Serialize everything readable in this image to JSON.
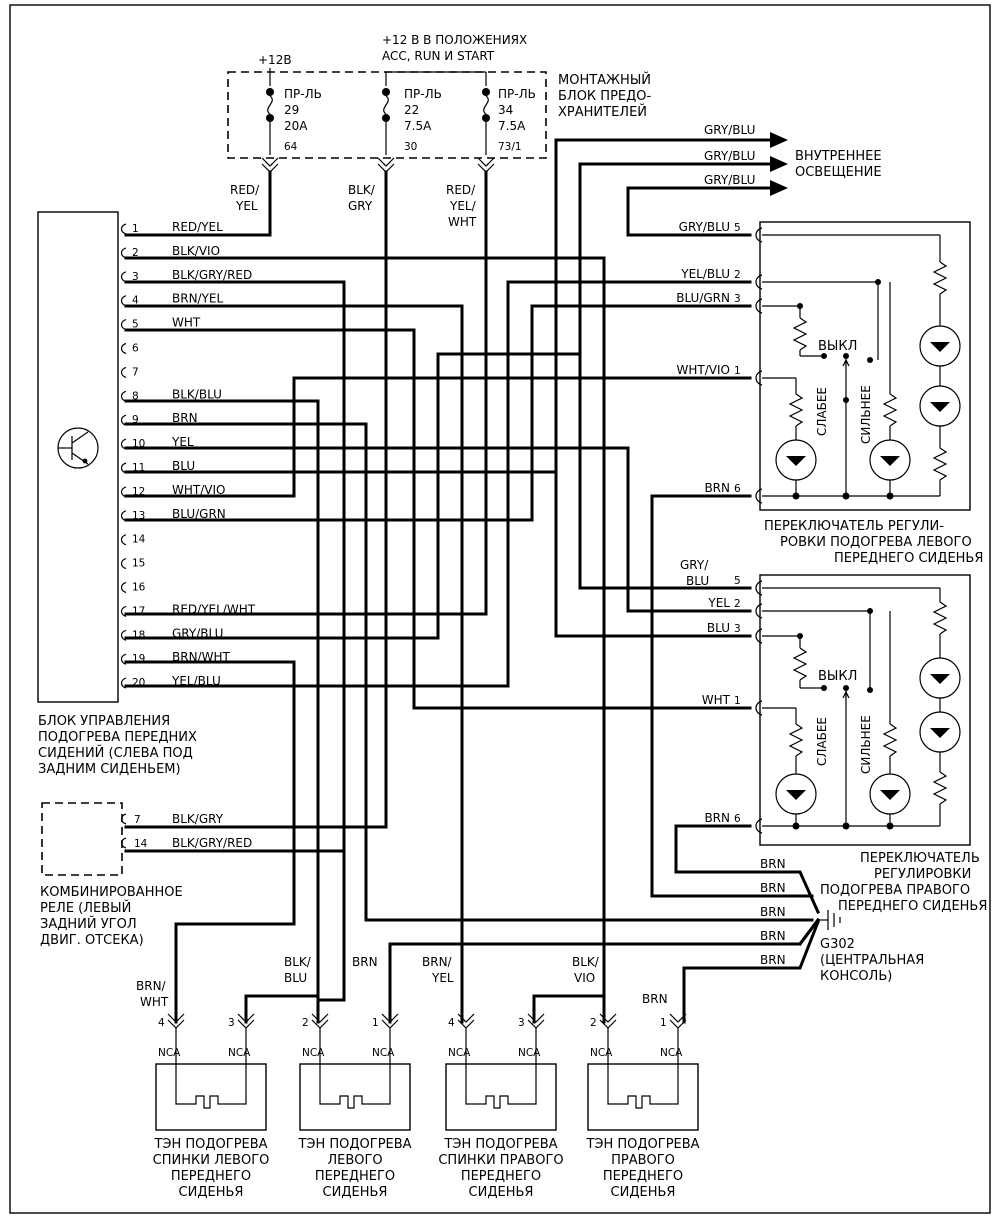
{
  "fuse_block": {
    "label": [
      "МОНТАЖНЫЙ",
      "БЛОК ПРЕДО-",
      "ХРАНИТЕЛЕЙ"
    ],
    "supply_12v": "+12В",
    "supply_acc": [
      "+12 В В ПОЛОЖЕНИЯХ",
      "ACC, RUN И  START"
    ],
    "fuses": [
      {
        "name": "ПР-ЛЬ",
        "number": "29",
        "rating": "20A",
        "pin": "64"
      },
      {
        "name": "ПР-ЛЬ",
        "number": "22",
        "rating": "7.5A",
        "pin": "30"
      },
      {
        "name": "ПР-ЛЬ",
        "number": "34",
        "rating": "7.5A",
        "pin": "73/1"
      }
    ],
    "drop_wires": [
      [
        "RED/",
        "YEL"
      ],
      [
        "BLK/",
        "GRY"
      ],
      [
        "RED/",
        "YEL/",
        "WHT"
      ]
    ]
  },
  "interior_lighting": {
    "label": [
      "ВНУТРЕННЕЕ",
      "ОСВЕЩЕНИЕ"
    ],
    "wires": [
      "GRY/BLU",
      "GRY/BLU",
      "GRY/BLU"
    ]
  },
  "control_module": {
    "label": [
      "БЛОК УПРАВЛЕНИЯ",
      "ПОДОГРЕВА ПЕРЕДНИХ",
      "СИДЕНИЙ (СЛЕВА ПОД",
      "ЗАДНИМ СИДЕНЬЕМ)"
    ],
    "pins": [
      {
        "pin": "1",
        "wire": "RED/YEL"
      },
      {
        "pin": "2",
        "wire": "BLK/VIO"
      },
      {
        "pin": "3",
        "wire": "BLK/GRY/RED"
      },
      {
        "pin": "4",
        "wire": "BRN/YEL"
      },
      {
        "pin": "5",
        "wire": "WHT"
      },
      {
        "pin": "6",
        "wire": ""
      },
      {
        "pin": "7",
        "wire": ""
      },
      {
        "pin": "8",
        "wire": "BLK/BLU"
      },
      {
        "pin": "9",
        "wire": "BRN"
      },
      {
        "pin": "10",
        "wire": "YEL"
      },
      {
        "pin": "11",
        "wire": "BLU"
      },
      {
        "pin": "12",
        "wire": "WHT/VIO"
      },
      {
        "pin": "13",
        "wire": "BLU/GRN"
      },
      {
        "pin": "14",
        "wire": ""
      },
      {
        "pin": "15",
        "wire": ""
      },
      {
        "pin": "16",
        "wire": ""
      },
      {
        "pin": "17",
        "wire": "RED/YEL/WHT"
      },
      {
        "pin": "18",
        "wire": "GRY/BLU"
      },
      {
        "pin": "19",
        "wire": "BRN/WHT"
      },
      {
        "pin": "20",
        "wire": "YEL/BLU"
      }
    ]
  },
  "relay": {
    "label": [
      "КОМБИНИРОВАННОЕ",
      "РЕЛЕ (ЛЕВЫЙ",
      "ЗАДНИЙ УГОЛ",
      "ДВИГ. ОТСЕКА)"
    ],
    "pins": [
      {
        "pin": "7",
        "wire": "BLK/GRY"
      },
      {
        "pin": "14",
        "wire": "BLK/GRY/RED"
      }
    ]
  },
  "left_switch": {
    "label": [
      "ПЕРЕКЛЮЧАТЕЛЬ РЕГУЛИ-",
      "РОВКИ  ПОДОГРЕВА ЛЕВОГО",
      "ПЕРЕДНЕГО СИДЕНЬЯ"
    ],
    "off": "ВЫКЛ",
    "low": "СЛАБЕЕ",
    "high": "СИЛЬНЕЕ",
    "pins": [
      {
        "pin": "5",
        "wire": "GRY/BLU"
      },
      {
        "pin": "2",
        "wire": "YEL/BLU"
      },
      {
        "pin": "3",
        "wire": "BLU/GRN"
      },
      {
        "pin": "1",
        "wire": "WHT/VIO"
      },
      {
        "pin": "6",
        "wire": "BRN"
      }
    ]
  },
  "right_switch": {
    "label": [
      "ПЕРЕКЛЮЧАТЕЛЬ",
      "РЕГУЛИРОВКИ",
      "ПОДОГРЕВА ПРАВОГО",
      "ПЕРЕДНЕГО СИДЕНЬЯ"
    ],
    "off": "ВЫКЛ",
    "low": "СЛАБЕЕ",
    "high": "СИЛЬНЕЕ",
    "pin5_wire": [
      "GRY/",
      "BLU"
    ],
    "pins": [
      {
        "pin": "5",
        "wire": ""
      },
      {
        "pin": "2",
        "wire": "YEL"
      },
      {
        "pin": "3",
        "wire": "BLU"
      },
      {
        "pin": "1",
        "wire": "WHT"
      },
      {
        "pin": "6",
        "wire": "BRN"
      }
    ]
  },
  "ground": {
    "label": [
      "G302",
      "(ЦЕНТРАЛЬНАЯ",
      "КОНСОЛЬ)"
    ],
    "wires": [
      "BRN",
      "BRN",
      "BRN",
      "BRN",
      "BRN"
    ]
  },
  "heaters": {
    "connector": "NCA",
    "elements": [
      {
        "label": [
          "ТЭН ПОДОГРЕВА",
          "СПИНКИ ЛЕВОГО",
          "ПЕРЕДНЕГО",
          "СИДЕНЬЯ"
        ],
        "pins": [
          "4",
          "3"
        ]
      },
      {
        "label": [
          "ТЭН ПОДОГРЕВА",
          "ЛЕВОГО",
          "ПЕРЕДНЕГО",
          "СИДЕНЬЯ"
        ],
        "pins": [
          "2",
          "1"
        ]
      },
      {
        "label": [
          "ТЭН ПОДОГРЕВА",
          "СПИНКИ ПРАВОГО",
          "ПЕРЕДНЕГО",
          "СИДЕНЬЯ"
        ],
        "pins": [
          "4",
          "3"
        ]
      },
      {
        "label": [
          "ТЭН ПОДОГРЕВА",
          "ПРАВОГО",
          "ПЕРЕДНЕГО",
          "СИДЕНЬЯ"
        ],
        "pins": [
          "2",
          "1"
        ]
      }
    ],
    "wires": [
      [
        "BRN/",
        "WHT"
      ],
      [
        "BLK/",
        "BLU"
      ],
      [
        "BRN"
      ],
      [
        "BRN/",
        "YEL"
      ],
      [
        "BLK/",
        "VIO"
      ],
      [
        "BRN"
      ]
    ]
  }
}
